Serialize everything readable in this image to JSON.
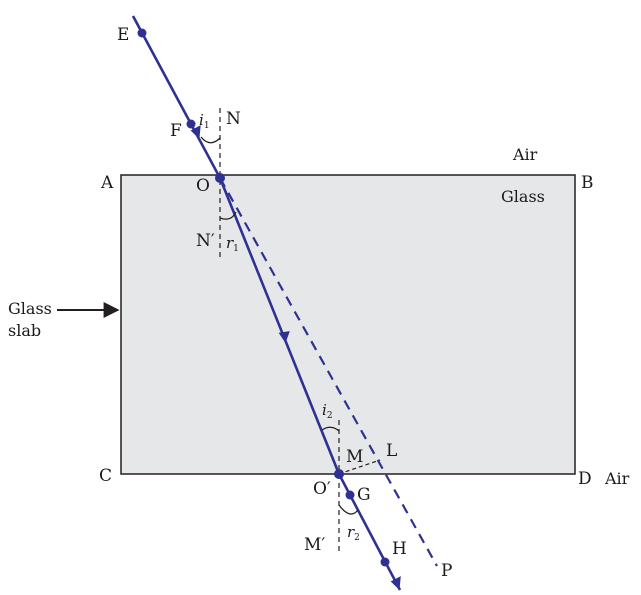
{
  "diagram": {
    "colors": {
      "ray": "#2e3192",
      "slab_fill": "#e6e7e8",
      "slab_stroke": "#231f20",
      "dashed": "#231f20"
    },
    "labels": {
      "E": "E",
      "F": "F",
      "N": "N",
      "O": "O",
      "N_prime": "N′",
      "A": "A",
      "B": "B",
      "C": "C",
      "D": "D",
      "air_top": "Air",
      "glass": "Glass",
      "air_right": "Air",
      "glass_slab_line1": "Glass",
      "glass_slab_line2": "slab",
      "M": "M",
      "L": "L",
      "O_prime": "O′",
      "G": "G",
      "M_prime": "M′",
      "H": "H",
      "P": "P"
    },
    "angles": {
      "i1": {
        "base": "i",
        "sub": "1"
      },
      "r1": {
        "base": "r",
        "sub": "1"
      },
      "i2": {
        "base": "i",
        "sub": "2"
      },
      "r2": {
        "base": "r",
        "sub": "2"
      }
    }
  }
}
